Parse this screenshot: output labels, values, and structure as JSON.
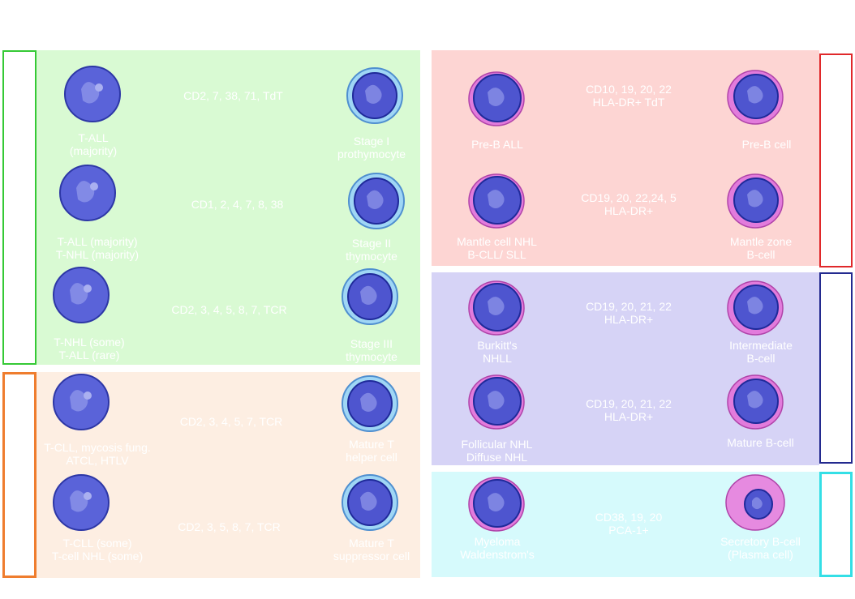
{
  "colors": {
    "green_panel": "#d9fad3",
    "peach_panel": "#fdeee2",
    "red_panel": "#fdd5d3",
    "purple_panel": "#d6d3f6",
    "cyan_panel": "#d6fafc",
    "green_bracket": "#35c935",
    "orange_bracket": "#ef7d2e",
    "red_bracket": "#e0282a",
    "navy_bracket": "#232a8f",
    "cyan_bracket": "#34dfe6",
    "label_text": "#ffffff"
  },
  "t_lineage": {
    "rows": [
      {
        "cell": "Stage I\nprothymocyte",
        "markers": "CD2, 7, 38, 71, TdT",
        "malignancy": "T-ALL\n(majority)",
        "cell_style": "blue",
        "malignancy_cell_style": "plain"
      },
      {
        "cell": "Stage II\nthymocyte",
        "markers": "CD1, 2, 4, 7, 8, 38",
        "malignancy": "T-ALL (majority)\nT-NHL (majority)",
        "cell_style": "blue",
        "malignancy_cell_style": "plain"
      },
      {
        "cell": "Stage III\nthymocyte",
        "markers": "CD2, 3, 4, 5, 8, 7, TCR",
        "malignancy": "T-NHL (some)\nT-ALL (rare)",
        "cell_style": "blue",
        "malignancy_cell_style": "plain"
      }
    ]
  },
  "t_mature": {
    "rows": [
      {
        "cell": "Mature T\nhelper cell",
        "markers": "CD2, 3, 4, 5, 7, TCR",
        "malignancy": "T-CLL, mycosis fung.\nATCL, HTLV",
        "cell_style": "blue",
        "malignancy_cell_style": "plain"
      },
      {
        "cell": "Mature T\nsuppressor cell",
        "markers": "CD2, 3, 5, 8, 7, TCR",
        "malignancy": "T-CLL (some)\nT-cell NHL (some)",
        "cell_style": "blue",
        "malignancy_cell_style": "plain"
      }
    ]
  },
  "b_precursor": {
    "rows": [
      {
        "cell": "Pre-B cell",
        "markers": "CD10, 19, 20, 22\nHLA-DR+ TdT",
        "malignancy": "Pre-B ALL",
        "cell_style": "pink",
        "malignancy_cell_style": "pink"
      },
      {
        "cell": "Mantle zone\nB-cell",
        "markers": "CD19, 20, 22,24, 5\nHLA-DR+",
        "malignancy": "Mantle cell NHL\nB-CLL/ SLL",
        "cell_style": "pink",
        "malignancy_cell_style": "pink"
      }
    ]
  },
  "b_mature": {
    "rows": [
      {
        "cell": "Intermediate\nB-cell",
        "markers": "CD19, 20, 21, 22\nHLA-DR+",
        "malignancy": "Burkitt's\nNHLL",
        "cell_style": "pink",
        "malignancy_cell_style": "pink"
      },
      {
        "cell": "Mature B-cell",
        "markers": "CD19, 20, 21, 22\nHLA-DR+",
        "malignancy": "Follicular NHL\nDiffuse NHL",
        "cell_style": "pink",
        "malignancy_cell_style": "pink"
      }
    ]
  },
  "plasma": {
    "rows": [
      {
        "cell": "Secretory B-cell\n(Plasma cell)",
        "markers": "CD38, 19, 20\nPCA-1+",
        "malignancy": "Myeloma\nWaldenstrom's",
        "cell_style": "plasma",
        "malignancy_cell_style": "pink"
      }
    ]
  }
}
